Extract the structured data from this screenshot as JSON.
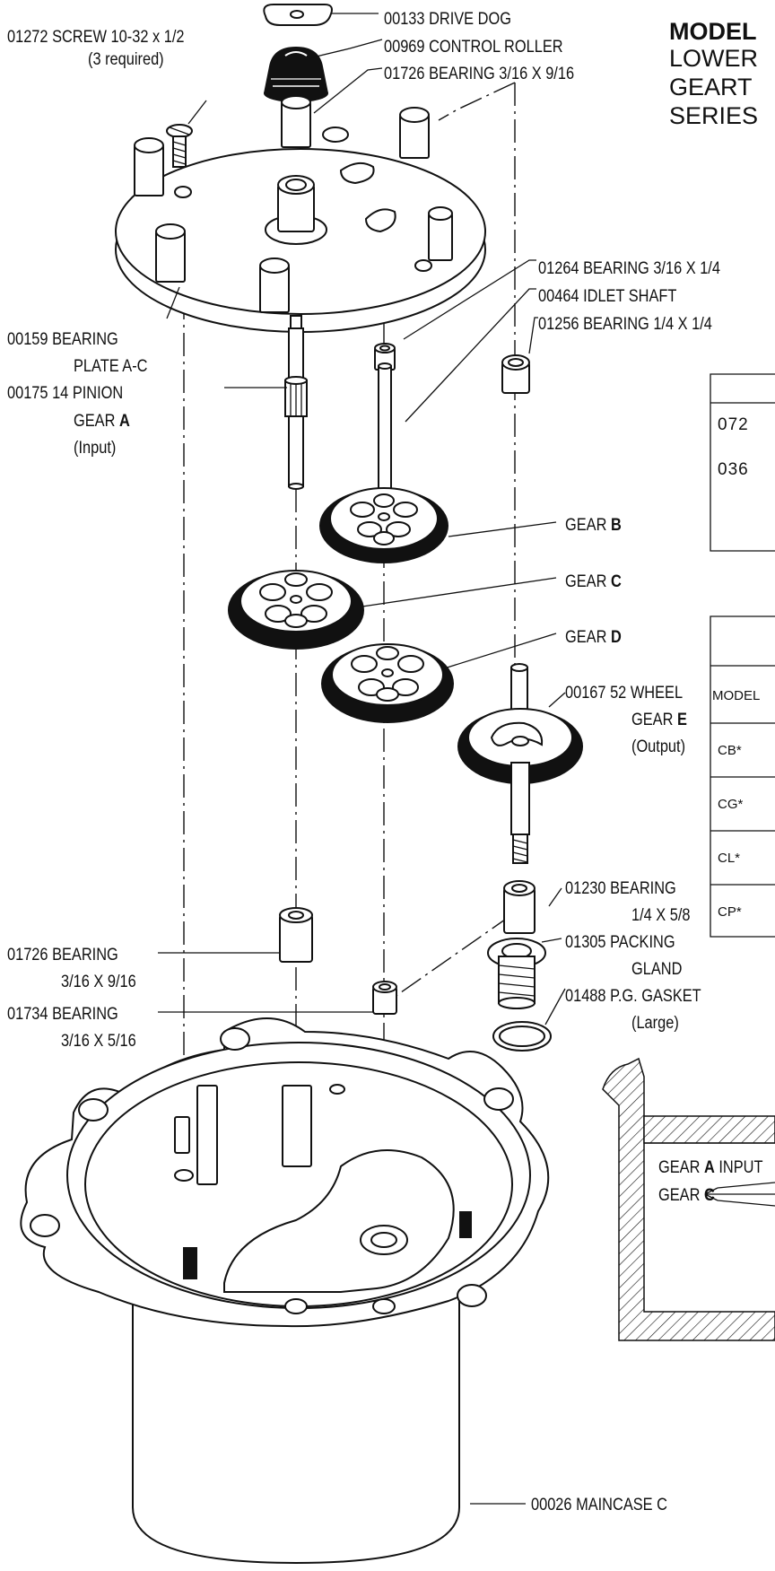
{
  "title": {
    "line1": "MODEL",
    "line2": "LOWER",
    "line3": "GEART",
    "line4": "SERIES"
  },
  "labels": {
    "screw": "01272  SCREW 10-32 x 1/2",
    "screw_qty": "(3 required)",
    "drive_dog": "00133  DRIVE DOG",
    "control_roller": "00969  CONTROL ROLLER",
    "bearing_top": "01726  BEARING 3/16 X 9/16",
    "bearing_1264": "01264  BEARING 3/16 X 1/4",
    "idlet_shaft": "00464  IDLET SHAFT",
    "bearing_1256": "01256  BEARING 1/4 X 1/4",
    "bearing_plate_1": "00159  BEARING",
    "bearing_plate_2": "PLATE A-C",
    "pinion_1": "00175  14 PINION",
    "pinion_2": "GEAR ",
    "pinion_2_bold": "A",
    "pinion_3": "(Input)",
    "gear_b": "GEAR ",
    "gear_b_bold": "B",
    "gear_c": "GEAR ",
    "gear_c_bold": "C",
    "gear_d": "GEAR ",
    "gear_d_bold": "D",
    "wheel_1": "00167  52 WHEEL",
    "wheel_2": "GEAR ",
    "wheel_2_bold": "E",
    "wheel_3": "(Output)",
    "bearing_1230_1": "01230  BEARING",
    "bearing_1230_2": "1/4 X 5/8",
    "packing_1": "01305  PACKING",
    "packing_2": "GLAND",
    "gasket_1": "01488  P.G. GASKET",
    "gasket_2": "(Large)",
    "bearing_1726_1": "01726  BEARING",
    "bearing_1726_2": "3/16 X 9/16",
    "bearing_1734_1": "01734  BEARING",
    "bearing_1734_2": "3/16 X 5/16",
    "maincase": "00026  MAINCASE C",
    "inset_gear_a": "GEAR ",
    "inset_gear_a_bold": "A",
    "inset_gear_a_rest": " INPUT",
    "inset_gear_c": "GEAR ",
    "inset_gear_c_bold": "C"
  },
  "table_top": {
    "rows": [
      "072",
      "036"
    ]
  },
  "table_models": {
    "header": "MODEL",
    "rows": [
      "CB*",
      "CG*",
      "CL*",
      "CP*"
    ]
  }
}
